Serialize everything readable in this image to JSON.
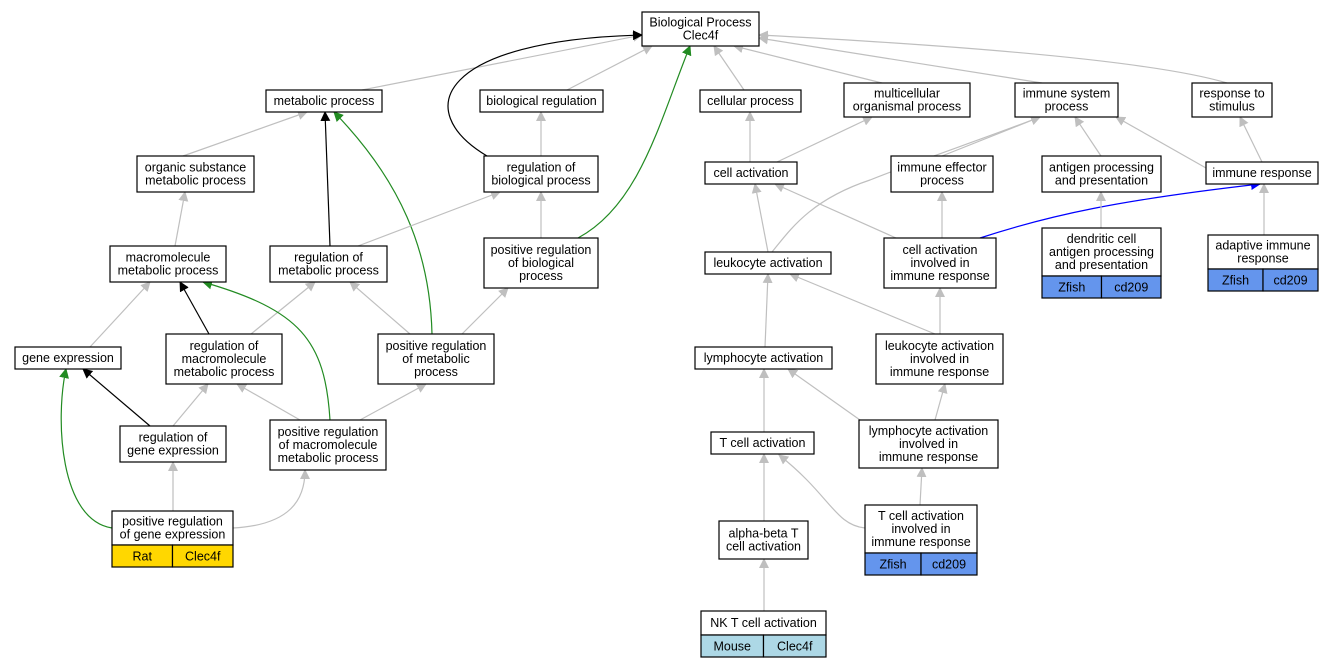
{
  "colors": {
    "edge_default": "#bfbfbf",
    "edge_black": "#000000",
    "edge_green": "#228b22",
    "edge_blue": "#0000ff",
    "tag_rat": "#ffd700",
    "tag_mouse": "#add8e6",
    "tag_zfish": "#6495ed"
  },
  "nodes": {
    "root": [
      "Biological Process",
      "Clec4f"
    ],
    "metabolic": [
      "metabolic process"
    ],
    "bioreg": [
      "biological regulation"
    ],
    "cellular": [
      "cellular process"
    ],
    "multicellular": [
      "multicellular",
      "organismal process"
    ],
    "immune_system": [
      "immune system",
      "process"
    ],
    "response_stim": [
      "response to",
      "stimulus"
    ],
    "organic": [
      "organic substance",
      "metabolic process"
    ],
    "reg_bio": [
      "regulation of",
      "biological process"
    ],
    "cell_act": [
      "cell activation"
    ],
    "immune_eff": [
      "immune effector",
      "process"
    ],
    "antigen": [
      "antigen processing",
      "and presentation"
    ],
    "immune_resp": [
      "immune response"
    ],
    "macro": [
      "macromolecule",
      "metabolic process"
    ],
    "reg_metab": [
      "regulation of",
      "metabolic process"
    ],
    "pos_reg_bio": [
      "positive regulation",
      "of biological",
      "process"
    ],
    "leuk_act": [
      "leukocyte activation"
    ],
    "cell_act_imm": [
      "cell activation",
      "involved in",
      "immune response"
    ],
    "dendritic": [
      "dendritic cell",
      "antigen processing",
      "and presentation"
    ],
    "adaptive": [
      "adaptive immune",
      "response"
    ],
    "gene_expr": [
      "gene expression"
    ],
    "reg_macro": [
      "regulation of",
      "macromolecule",
      "metabolic process"
    ],
    "pos_reg_metab": [
      "positive regulation",
      "of metabolic",
      "process"
    ],
    "lymph_act": [
      "lymphocyte activation"
    ],
    "leuk_act_imm": [
      "leukocyte activation",
      "involved in",
      "immune response"
    ],
    "reg_gene": [
      "regulation of",
      "gene expression"
    ],
    "pos_reg_macro": [
      "positive regulation",
      "of macromolecule",
      "metabolic process"
    ],
    "t_cell": [
      "T cell activation"
    ],
    "lymph_act_imm": [
      "lymphocyte activation",
      "involved in",
      "immune response"
    ],
    "pos_reg_gene": [
      "positive regulation",
      "of gene expression"
    ],
    "alpha_beta": [
      "alpha-beta T",
      "cell activation"
    ],
    "t_cell_imm": [
      "T cell activation",
      "involved in",
      "immune response"
    ],
    "nkt": [
      "NK T cell activation"
    ]
  },
  "tags": {
    "pos_reg_gene": [
      "Rat",
      "Clec4f"
    ],
    "nkt": [
      "Mouse",
      "Clec4f"
    ],
    "t_cell_imm": [
      "Zfish",
      "cd209"
    ],
    "dendritic": [
      "Zfish",
      "cd209"
    ],
    "adaptive": [
      "Zfish",
      "cd209"
    ]
  }
}
